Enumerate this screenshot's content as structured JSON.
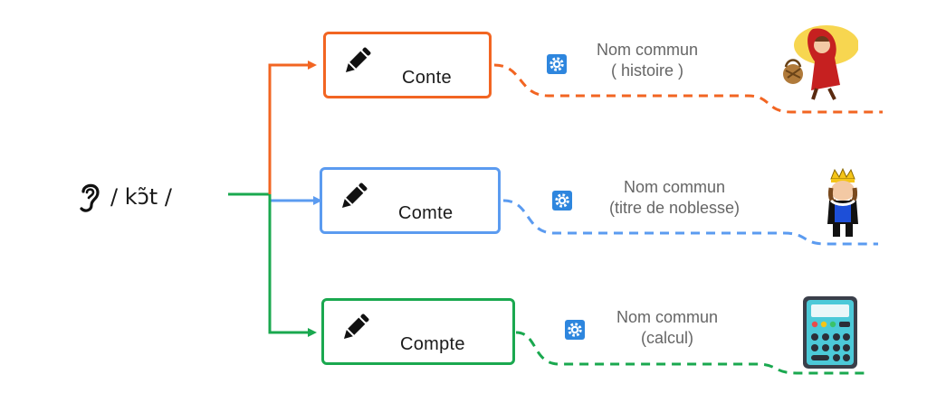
{
  "root": {
    "pronunciation": "/ kɔ̃t /",
    "icon": "ear-icon"
  },
  "homophones": [
    {
      "word": "Conte",
      "icon": "pencil-icon",
      "note": {
        "icon": "gear-icon",
        "line1": "Nom commun",
        "line2": "( histoire )"
      },
      "illustration": "little-red-riding-hood-icon",
      "color": "#f26522"
    },
    {
      "word": "Comte",
      "icon": "pencil-icon",
      "note": {
        "icon": "gear-icon",
        "line1": "Nom commun",
        "line2": "(titre de noblesse)"
      },
      "illustration": "king-icon",
      "color": "#5b9bf0"
    },
    {
      "word": "Compte",
      "icon": "pencil-icon",
      "note": {
        "icon": "gear-icon",
        "line1": "Nom commun",
        "line2": "(calcul)"
      },
      "illustration": "calculator-icon",
      "color": "#1aa84f"
    }
  ],
  "colors": {
    "text": "#1a1a1a",
    "note_text": "#666666",
    "gear_blue": "#2e86de"
  }
}
